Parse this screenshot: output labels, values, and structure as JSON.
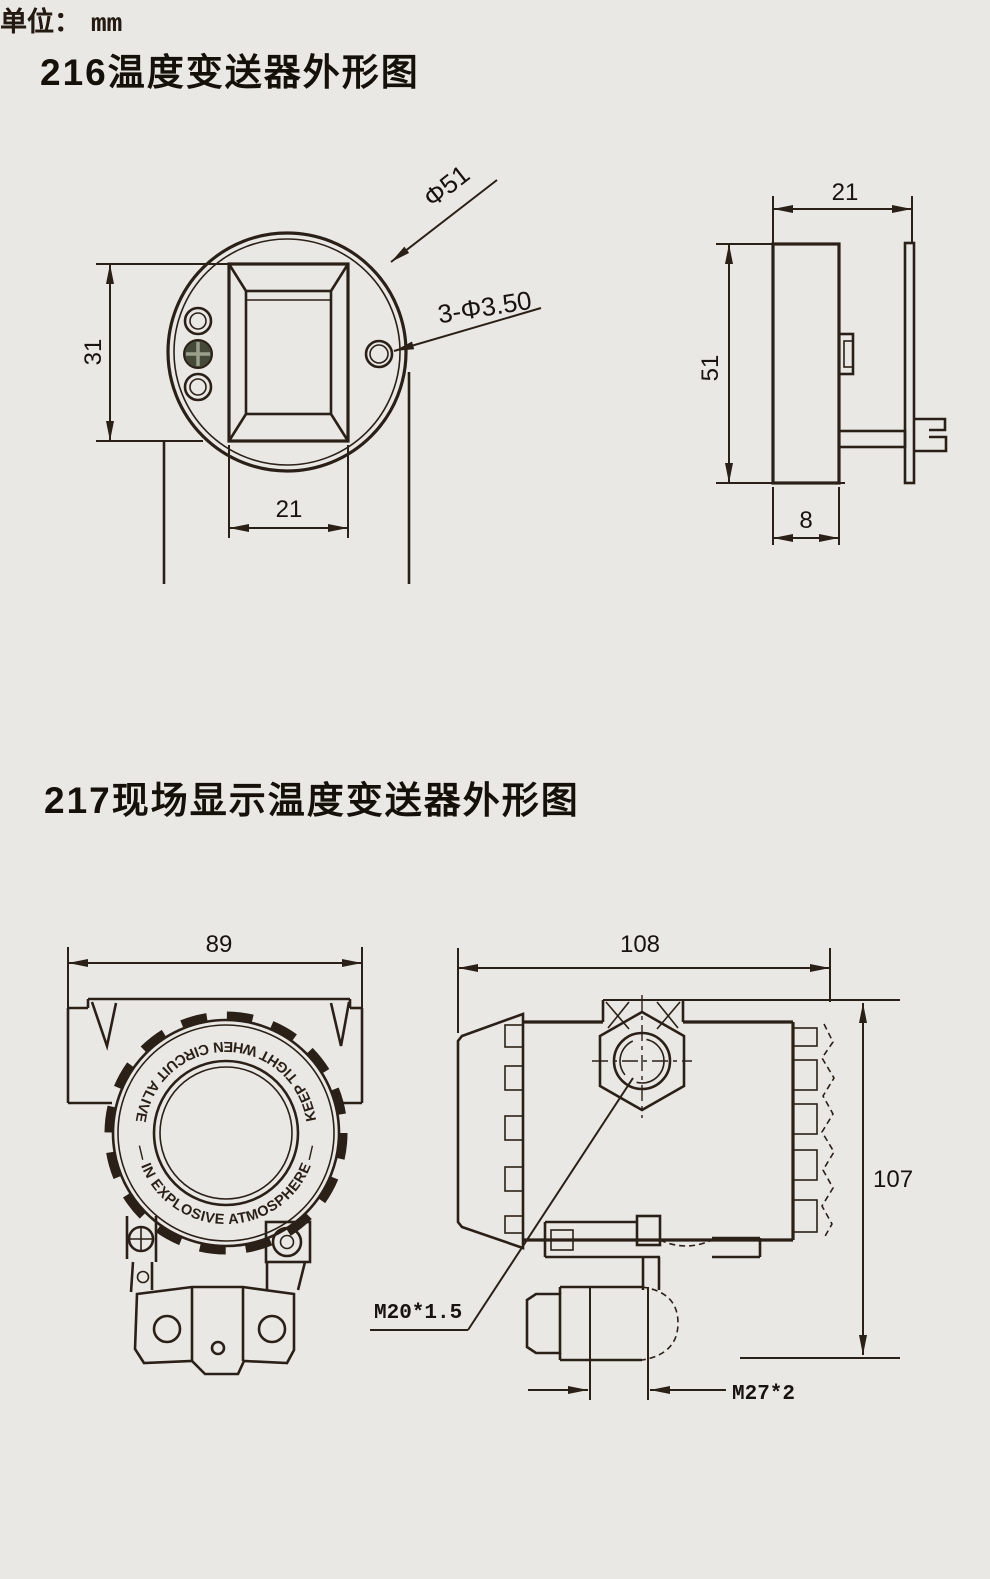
{
  "page": {
    "bg_color": "#eae8e5",
    "line_color": "#2b2017",
    "text_color": "#181210"
  },
  "section_216": {
    "title": "216温度变送器外形图",
    "unit_label": "单位：",
    "unit_value": "mm",
    "front_view": {
      "dim_height": "31",
      "dim_width": "21",
      "label_diameter": "Φ51",
      "label_holes": "3-Φ3.50"
    },
    "side_view": {
      "dim_depth": "21",
      "dim_height": "51",
      "dim_flange": "8"
    }
  },
  "section_217": {
    "title": "217现场显示温度变送器外形图",
    "unit_label": "单位：",
    "unit_value": "mm",
    "front_view": {
      "dim_width": "89",
      "ring_text_top": "KEEP TIGHT WHEN CIRCUIT ALIVE",
      "ring_text_bottom": "— IN EXPLOSIVE ATMOSPHERE —"
    },
    "side_view": {
      "dim_width": "108",
      "dim_height": "107",
      "label_conduit_thread": "M20*1.5",
      "label_process_thread": "M27*2"
    }
  }
}
